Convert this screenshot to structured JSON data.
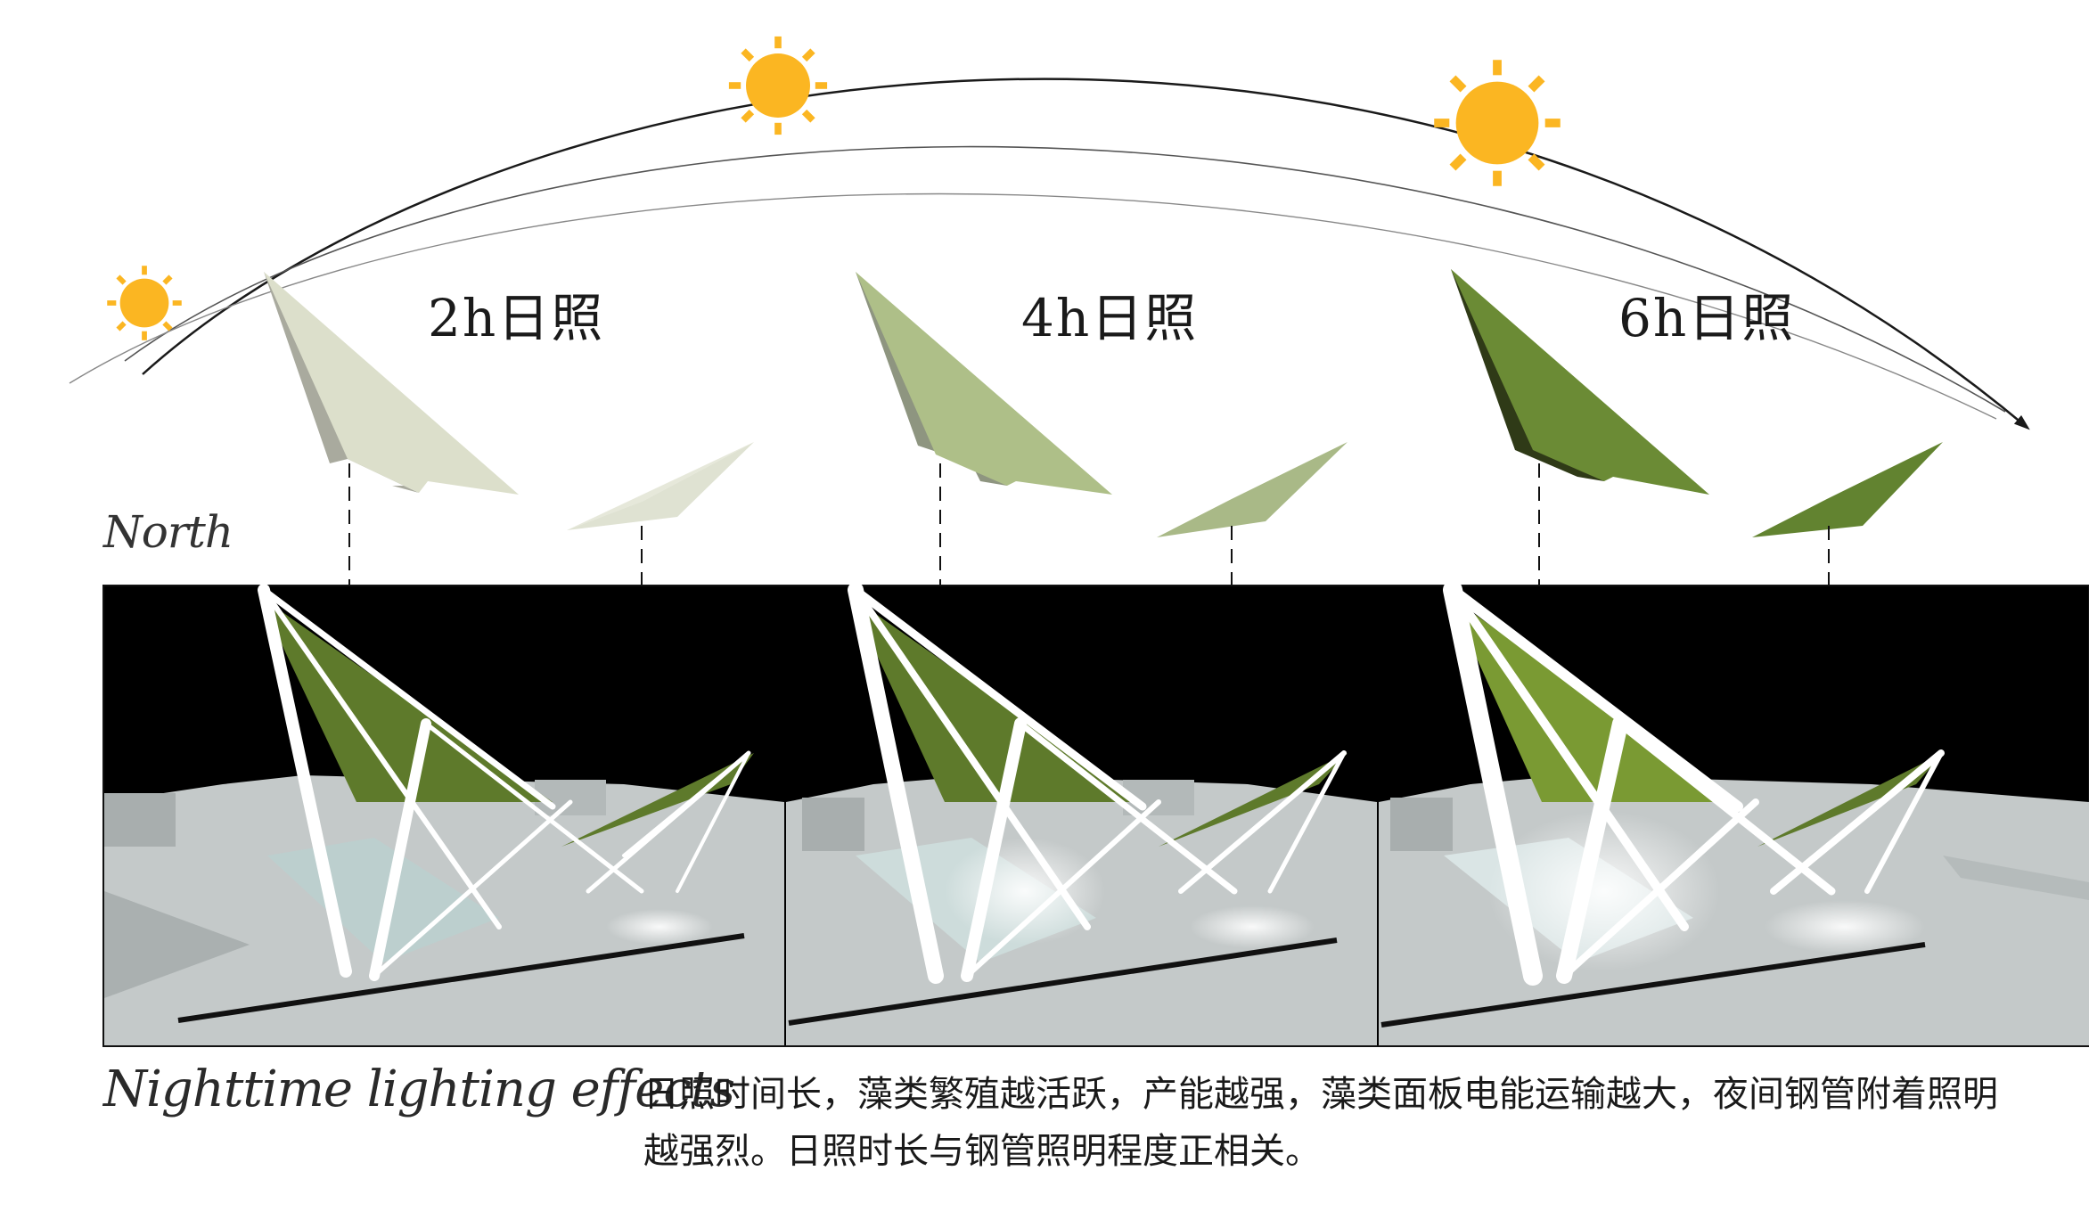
{
  "diagram": {
    "hour_labels": [
      "2h日照",
      "4h日照",
      "6h日照"
    ],
    "north_label": "North",
    "night_title": "Nighttime lighting effects",
    "description_line1": "日照时间长，藻类繁殖越活跃，产能越强，藻类面板电能运输越大，夜间钢管附着照明",
    "description_line2": "越强烈。日照时长与钢管照明程度正相关。",
    "colors": {
      "sun": "#fbb622",
      "panel_2h": "#dcdfcb",
      "panel_4h": "#aebf88",
      "panel_6h": "#6b8b35",
      "night_bg": "#000000",
      "ground": "#c4c9c9",
      "roof_green": "#5e7a2b"
    },
    "icons": [
      "sun-icon",
      "arrow-icon"
    ]
  }
}
